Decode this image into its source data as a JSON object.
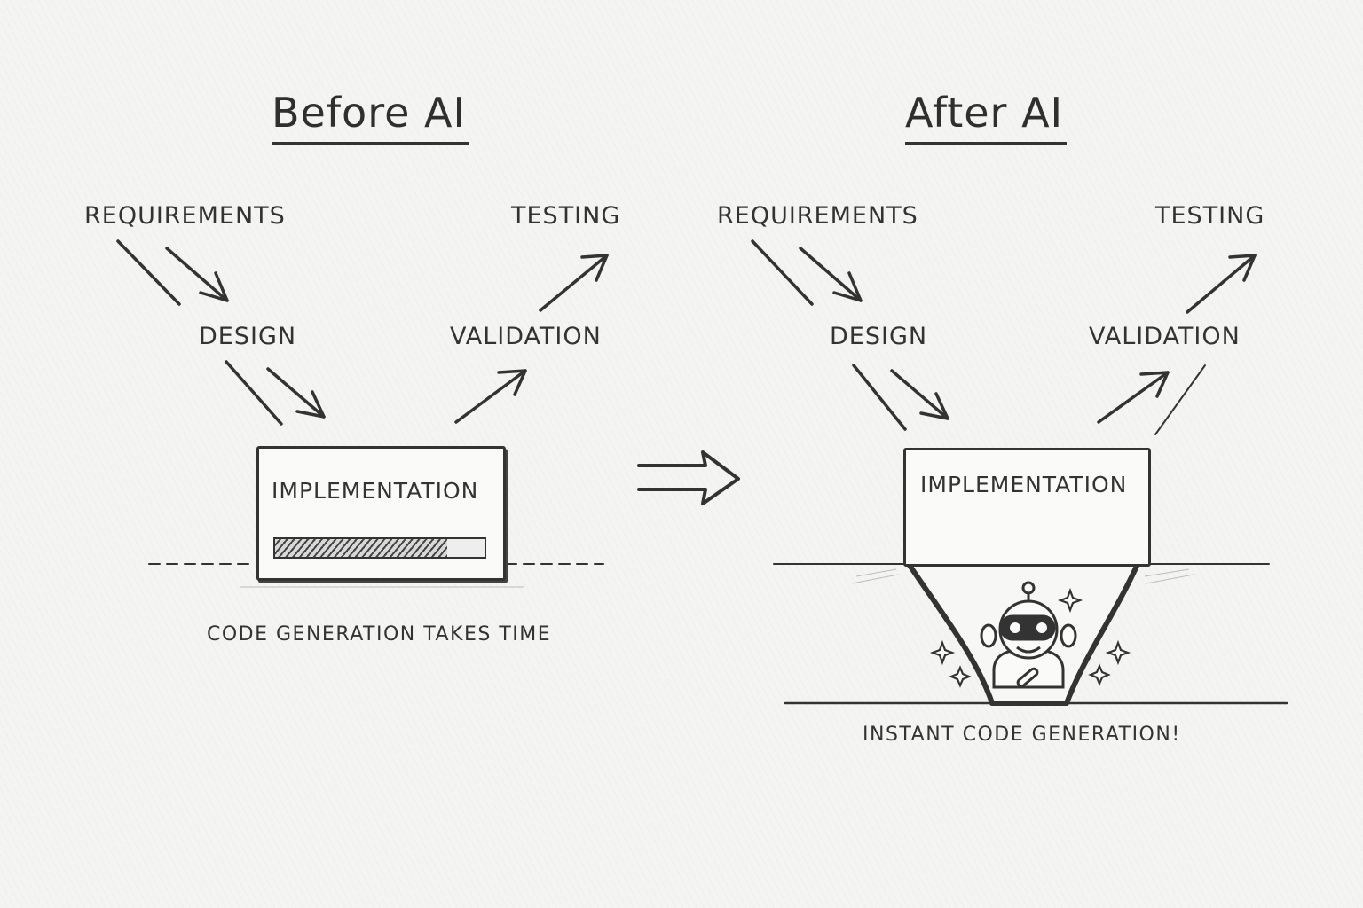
{
  "before": {
    "title": "Before AI",
    "stages": {
      "requirements": "REQUIREMENTS",
      "design": "DESIGN",
      "implementation": "IMPLEMENTATION",
      "validation": "VALIDATION",
      "testing": "TESTING"
    },
    "progress_percent": 82,
    "caption": "CODE GENERATION TAKES TIME"
  },
  "after": {
    "title": "After AI",
    "stages": {
      "requirements": "REQUIREMENTS",
      "design": "DESIGN",
      "implementation": "IMPLEMENTATION",
      "validation": "VALIDATION",
      "testing": "TESTING"
    },
    "caption": "INSTANT CODE GENERATION!"
  },
  "icons": {
    "transition": "double-arrow-right",
    "robot": "robot-icon",
    "sparkles": "sparkle-icon"
  },
  "colors": {
    "ink": "#333333",
    "paper": "#f4f4f2"
  }
}
